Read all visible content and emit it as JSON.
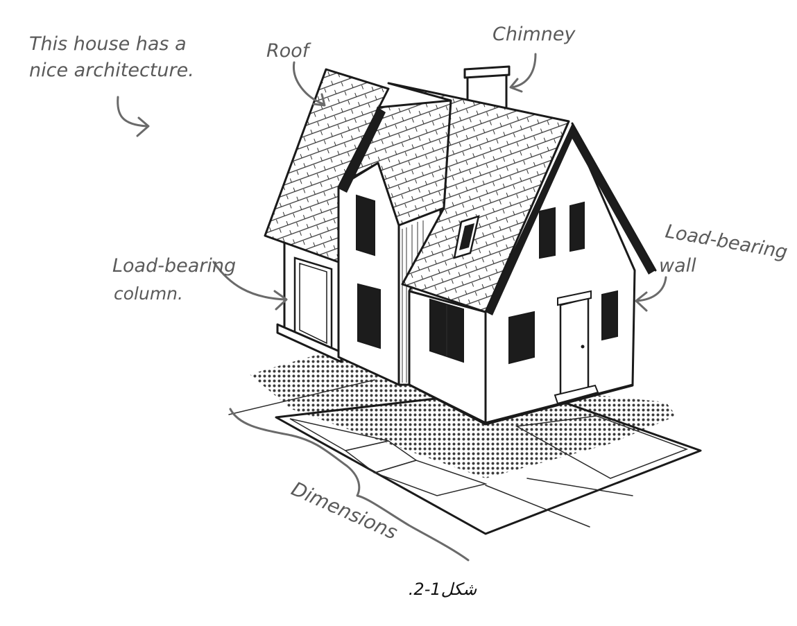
{
  "annotations": {
    "intro_line1": "This house has a",
    "intro_line2": "nice architecture.",
    "roof": "Roof",
    "chimney": "Chimney",
    "column_line1": "Load-bearing",
    "column_line2": "column.",
    "wall_line1": "Load-bearing",
    "wall_line2": "wall",
    "dimensions": "Dimensions"
  },
  "caption": "شکل1-2."
}
